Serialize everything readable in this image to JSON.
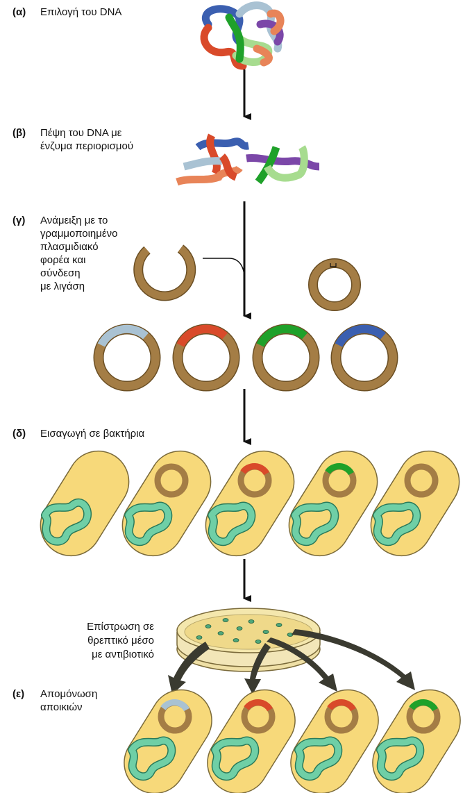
{
  "steps": {
    "a": {
      "label": "(α)",
      "lines": [
        "Επιλογή του DNA"
      ]
    },
    "b": {
      "label": "(β)",
      "lines": [
        "Πέψη του DNA με",
        "ένζυμα περιορισμού"
      ]
    },
    "c": {
      "label": "(γ)",
      "lines": [
        "Ανάμειξη με το",
        "γραμμοποιημένο",
        "πλασμιδιακό",
        "φορέα και",
        "σύνδεση",
        "με λιγάση"
      ]
    },
    "d": {
      "label": "(δ)",
      "lines": [
        "Εισαγωγή σε βακτήρια"
      ]
    },
    "e": {
      "label": "(ε)",
      "lines": [
        "Απομόνωση",
        "αποικιών"
      ]
    }
  },
  "plating_note": {
    "lines": [
      "Επίστρωση σε",
      "θρεπτικό μέσο",
      "με αντιβιοτικό"
    ]
  },
  "colors": {
    "plasmid": "#a47d45",
    "plasmid_dark": "#6b4f24",
    "cell_fill": "#f7d97a",
    "cell_stroke": "#7a6a3a",
    "chromosome": "#6fcfa6",
    "chromosome_dark": "#2a7a5a",
    "insert_lightblue": "#a9c2d3",
    "insert_red": "#d94a2a",
    "insert_green": "#1fa12a",
    "insert_blue": "#3b5fb0",
    "insert_purple": "#7b47a8",
    "insert_orange": "#e88458",
    "insert_lightgreen": "#a7dc8f",
    "arrow_dark": "#3a3a30"
  }
}
